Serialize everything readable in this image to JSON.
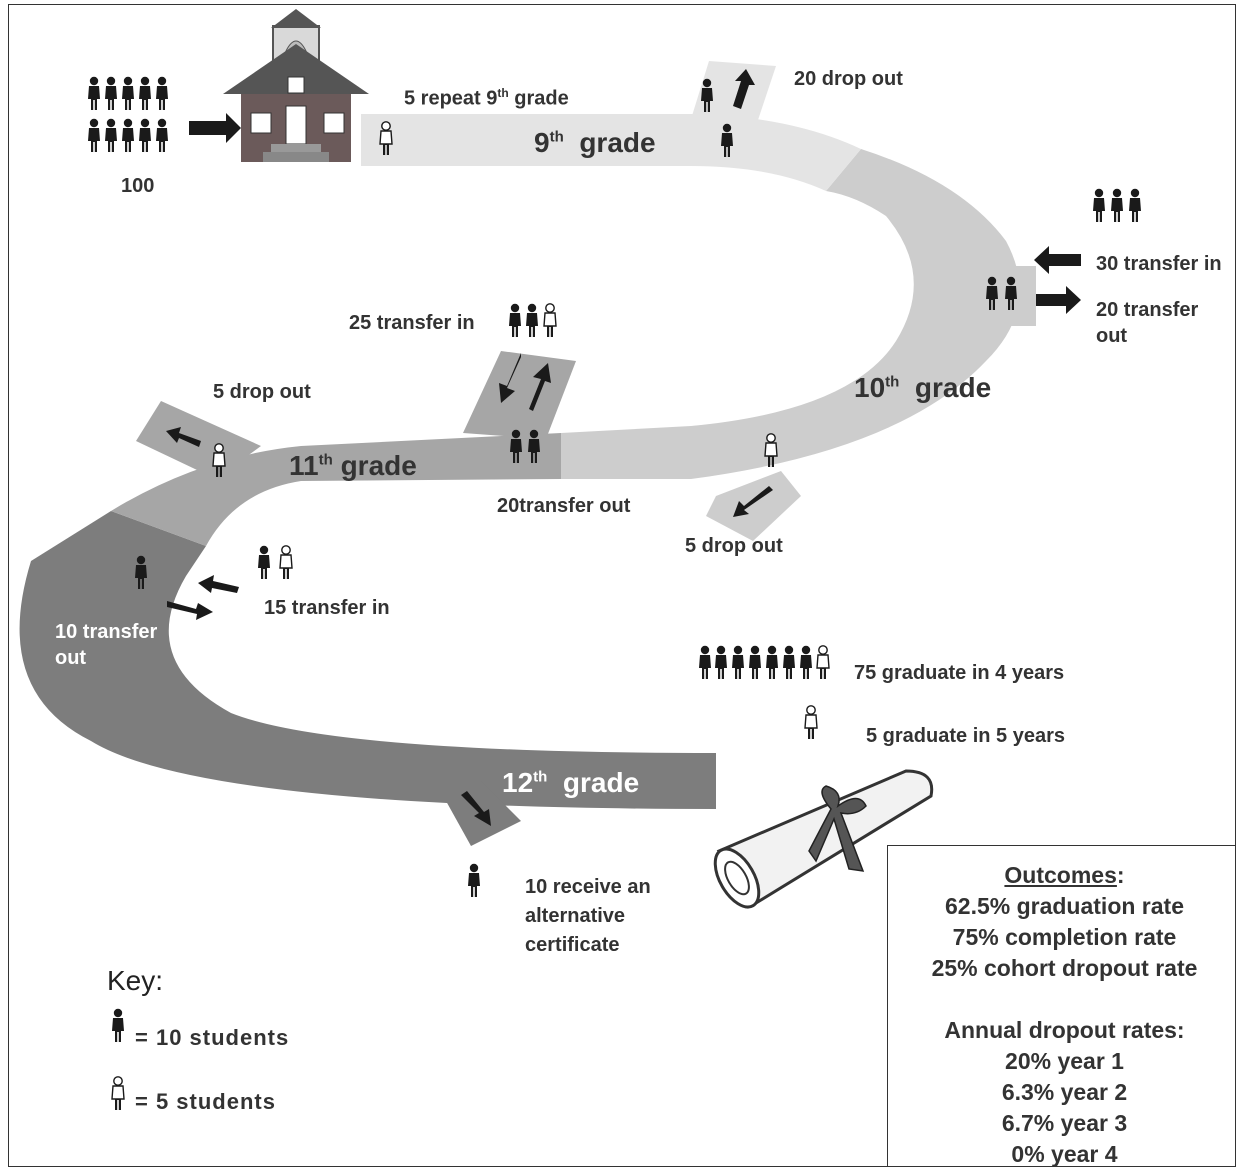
{
  "start_count": "100",
  "grades": {
    "g9": {
      "prefix": "9",
      "sup": "th",
      "word": "grade"
    },
    "g10": {
      "prefix": "10",
      "sup": "th",
      "word": "grade"
    },
    "g11": {
      "prefix": "11",
      "sup": "th",
      "word": "grade"
    },
    "g12": {
      "prefix": "12",
      "sup": "th",
      "word": "grade"
    }
  },
  "labels": {
    "repeat9_pre": "5 repeat 9",
    "repeat9_sup": "th",
    "repeat9_post": "grade",
    "drop20": "20 drop out",
    "transfer_in30": "30 transfer in",
    "transfer_out20_a": "20 transfer",
    "transfer_out20_b": "out",
    "transfer_in25": "25 transfer in",
    "drop5_11": "5 drop out",
    "transfer_out20_11": "20transfer out",
    "drop5_10": "5 drop out",
    "transfer_in15": "15 transfer in",
    "transfer_out10_a": "10 transfer",
    "transfer_out10_b": "out",
    "grad4": "75 graduate in 4 years",
    "grad5": "5 graduate in 5 years",
    "alt_a": "10 receive an",
    "alt_b": "alternative",
    "alt_c": "certificate"
  },
  "key": {
    "title": "Key:",
    "ten": "= 10 students",
    "five": "=  5 students"
  },
  "outcomes": {
    "heading": "Outcomes",
    "heading_suffix": ":",
    "graduation": "62.5% graduation rate",
    "completion": "75% completion rate",
    "cohort_dropout": "25% cohort dropout rate",
    "annual_heading": "Annual dropout rates:",
    "year1": "20% year 1",
    "year2": "6.3% year 2",
    "year3": "6.7% year 3",
    "year4": "0% year 4"
  },
  "colors": {
    "grade9": "#e4e4e4",
    "grade10": "#cdcdcd",
    "grade11": "#a6a6a6",
    "grade12": "#7d7d7d",
    "school": "#6b5a5a",
    "figure": "#1a1a1a"
  }
}
